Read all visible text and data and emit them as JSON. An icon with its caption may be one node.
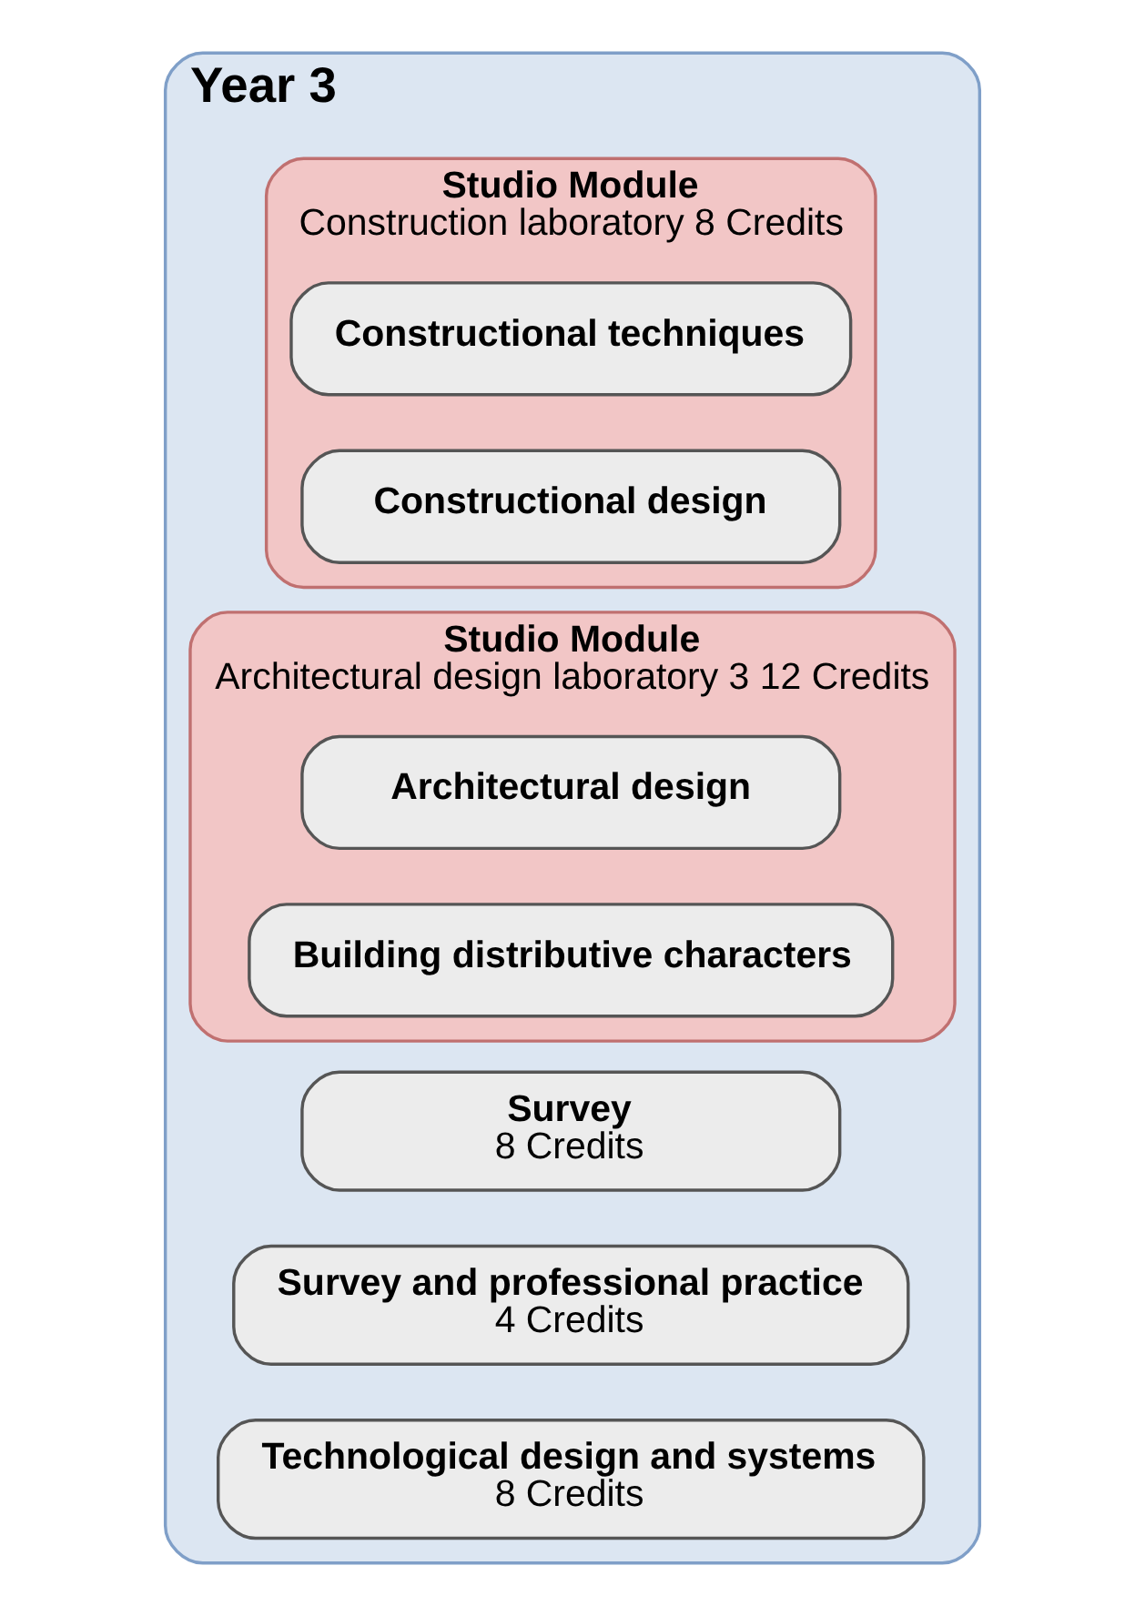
{
  "diagram": {
    "nodes": [
      {
        "text": [
          "Year 3"
        ]
      },
      {
        "text": [
          "Survey",
          "8 Credits"
        ],
        "in": 0
      },
      {
        "text": [
          "Survey and professional practice",
          "4 Credits"
        ],
        "in": 0
      },
      {
        "text": [
          "Studio Module",
          "Construction laboratory 8 Credits"
        ],
        "in": 0
      },
      {
        "text": [
          "Constructional techniques"
        ],
        "in": 3
      },
      {
        "text": [
          "Constructional design"
        ],
        "in": 3
      },
      {
        "text": [
          "Technological design and systems",
          "8 Credits"
        ],
        "in": 0
      },
      {
        "text": [
          "Studio Module",
          "Architectural design laboratory 3 12 Credits"
        ],
        "in": 0
      },
      {
        "text": [
          "Architectural design"
        ],
        "in": 7
      },
      {
        "text": [
          "Building distributive characters"
        ],
        "in": 7
      }
    ]
  }
}
